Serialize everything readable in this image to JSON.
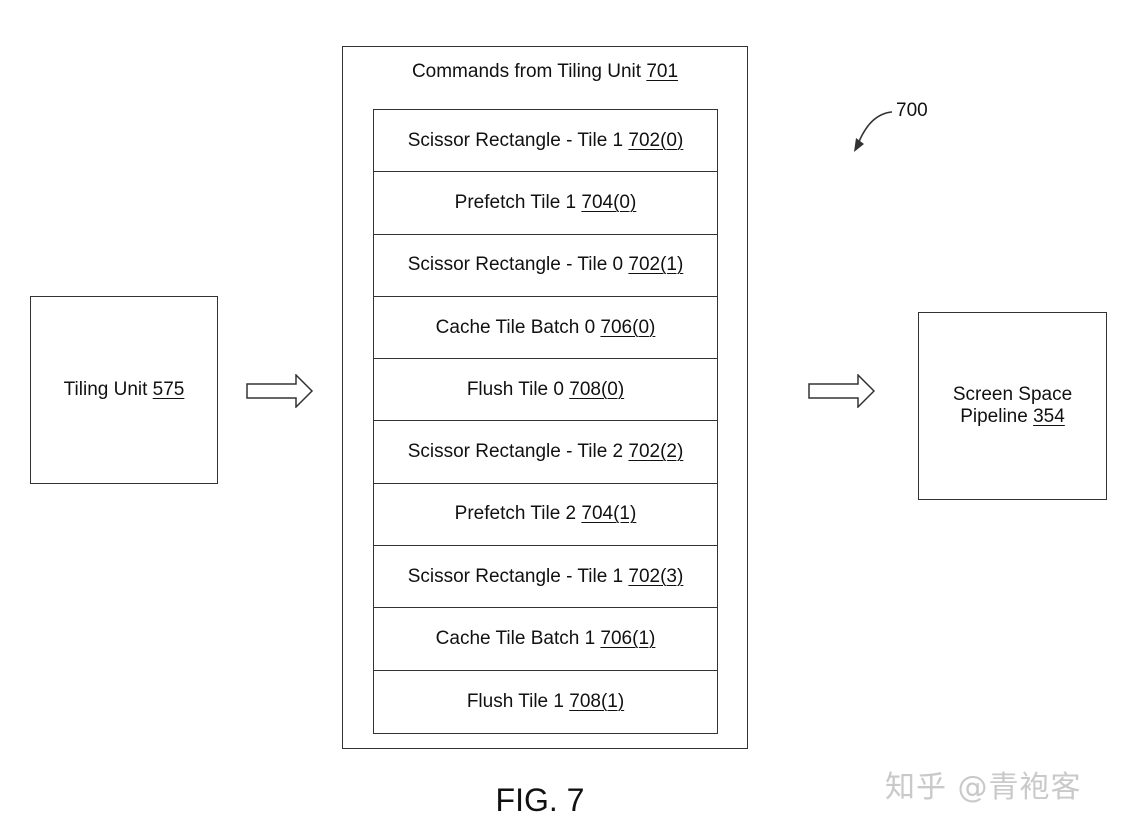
{
  "diagram_ref": "700",
  "tiling_unit": {
    "text": "Tiling Unit ",
    "ref": "575"
  },
  "commands": {
    "title": {
      "text": "Commands from Tiling Unit ",
      "ref": "701"
    },
    "items": [
      {
        "text": "Scissor Rectangle - Tile 1 ",
        "ref": "702(0)"
      },
      {
        "text": "Prefetch Tile 1 ",
        "ref": "704(0)"
      },
      {
        "text": "Scissor Rectangle - Tile 0 ",
        "ref": "702(1)"
      },
      {
        "text": "Cache Tile Batch 0 ",
        "ref": "706(0)"
      },
      {
        "text": "Flush Tile 0 ",
        "ref": "708(0)"
      },
      {
        "text": "Scissor Rectangle - Tile 2 ",
        "ref": "702(2)"
      },
      {
        "text": "Prefetch Tile 2 ",
        "ref": "704(1)"
      },
      {
        "text": "Scissor Rectangle - Tile 1 ",
        "ref": "702(3)"
      },
      {
        "text": "Cache Tile Batch 1 ",
        "ref": "706(1)"
      },
      {
        "text": "Flush Tile 1 ",
        "ref": "708(1)"
      }
    ]
  },
  "screen_space": {
    "text": "Screen Space Pipeline ",
    "ref": "354"
  },
  "figure_label": "FIG. 7",
  "watermark": "知乎 @青袍客",
  "colors": {
    "line": "#333333",
    "text": "#111111",
    "watermark": "#c9c9c9"
  }
}
